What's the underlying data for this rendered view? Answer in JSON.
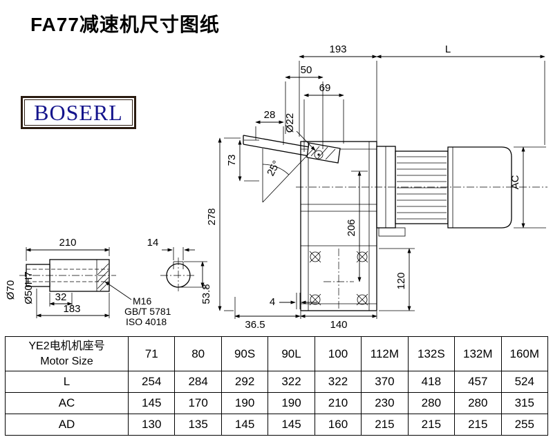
{
  "page": {
    "title": "FA77减速机尺寸图纸",
    "logo_text": "BOSERL",
    "colors": {
      "logo_text": "#14148c",
      "logo_border": "#2a1b10",
      "line": "#000000"
    }
  },
  "drawing": {
    "dims": {
      "top_width": "193",
      "motor_length": "L",
      "d50": "50",
      "d69": "69",
      "hole_dia": "Ø22",
      "d28": "28",
      "d73": "73",
      "angle": "25°",
      "total_height": "278",
      "center_height": "206",
      "motor_dia": "AC",
      "flange_height": "120",
      "shaft_length": "210",
      "key_width": "14",
      "hub_dia": "Ø70",
      "bore_dia": "Ø50H7",
      "d32": "32",
      "d183": "183",
      "thread": "M16",
      "thread_std_gb": "GB/T 5781",
      "thread_std_iso": "ISO 4018",
      "key_height": "53.8",
      "d4": "4",
      "d36_5": "36.5",
      "bottom_width": "140"
    }
  },
  "table": {
    "header": {
      "line1": "YE2电机机座号",
      "line2": "Motor Size"
    },
    "sizes": [
      "71",
      "80",
      "90S",
      "90L",
      "100",
      "112M",
      "132S",
      "132M",
      "160M"
    ],
    "rows": [
      {
        "label": "L",
        "values": [
          "254",
          "284",
          "292",
          "322",
          "322",
          "370",
          "418",
          "457",
          "524"
        ]
      },
      {
        "label": "AC",
        "values": [
          "145",
          "170",
          "190",
          "190",
          "210",
          "230",
          "280",
          "280",
          "315"
        ]
      },
      {
        "label": "AD",
        "values": [
          "130",
          "135",
          "145",
          "145",
          "160",
          "215",
          "215",
          "215",
          "255"
        ]
      }
    ]
  }
}
